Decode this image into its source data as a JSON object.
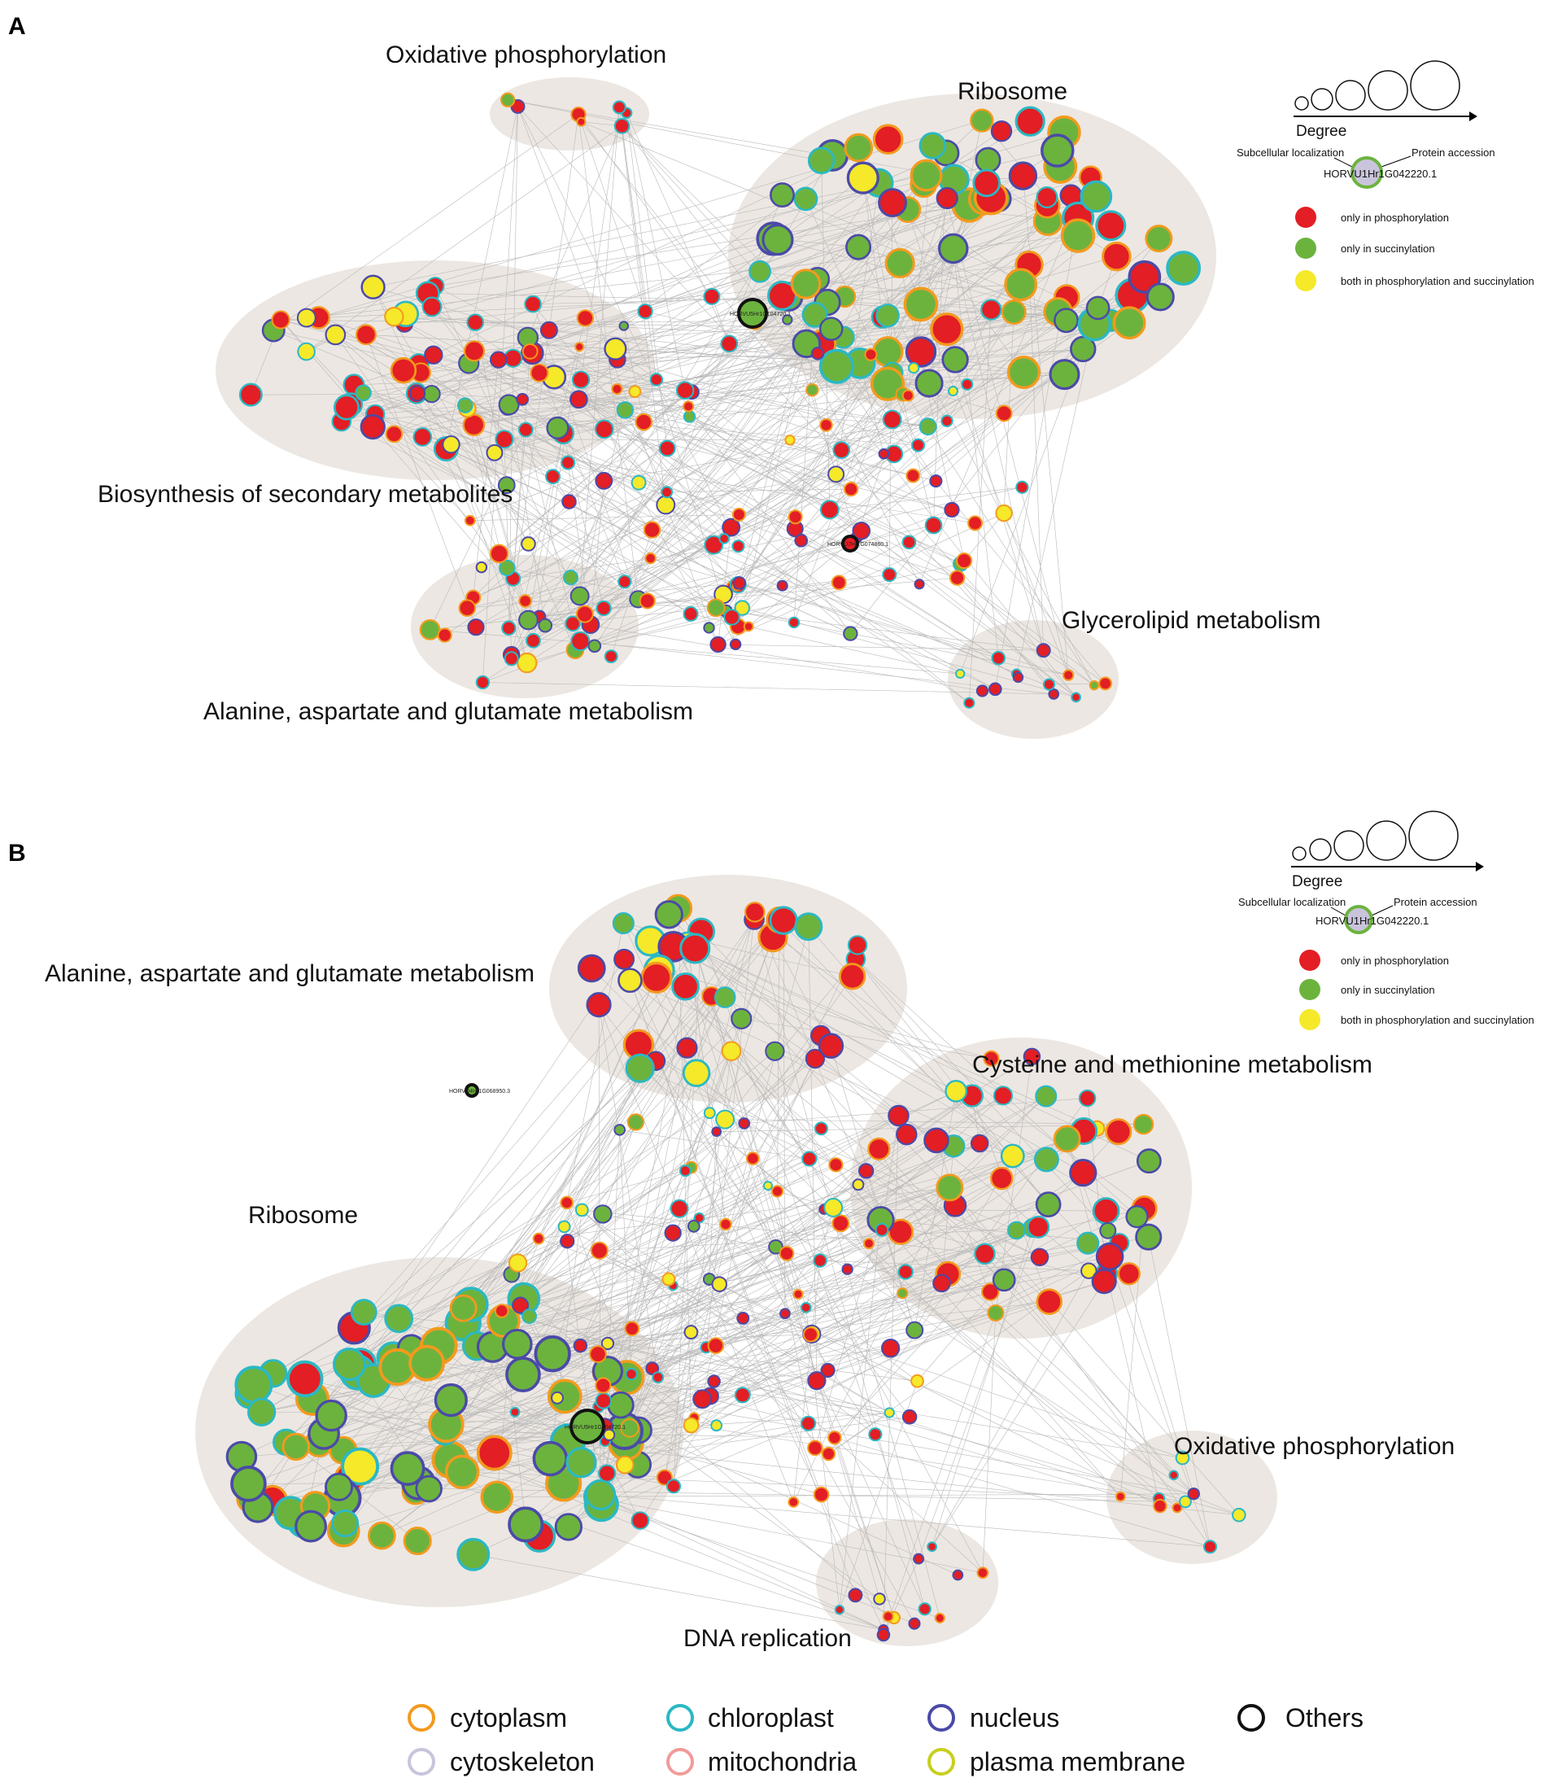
{
  "panels": [
    {
      "letter": "A",
      "clusters": [
        {
          "label": "Oxidative phosphorylation"
        },
        {
          "label": "Ribosome"
        },
        {
          "label": "Biosynthesis of secondary metabolites"
        },
        {
          "label": "Glycerolipid metabolism"
        },
        {
          "label": "Alanine, aspartate and glutamate metabolism"
        }
      ],
      "legend": {
        "degree": "Degree",
        "subcellular_localization": "Subcellular localization",
        "protein_accession": "Protein accession",
        "example_accession": "HORVU1Hr1G042220.1",
        "items": [
          {
            "label": "only in phosphorylation",
            "color": "#e31e24"
          },
          {
            "label": "only in succinylation",
            "color": "#6cb33e"
          },
          {
            "label": "both in phosphorylation and succinylation",
            "color": "#f5e92a"
          }
        ]
      },
      "highlighted_nodes": [
        "HORVU5Hr1G104720.1",
        "HORVU7Hr1G074860.1"
      ]
    },
    {
      "letter": "B",
      "clusters": [
        {
          "label": "Alanine, aspartate and glutamate metabolism"
        },
        {
          "label": "Cysteine and methionine metabolism"
        },
        {
          "label": "Ribosome"
        },
        {
          "label": "Oxidative phosphorylation"
        },
        {
          "label": "DNA replication"
        }
      ],
      "legend": {
        "degree": "Degree",
        "subcellular_localization": "Subcellular localization",
        "protein_accession": "Protein accession",
        "example_accession": "HORVU1Hr1G042220.1",
        "items": [
          {
            "label": "only in phosphorylation",
            "color": "#e31e24"
          },
          {
            "label": "only in succinylation",
            "color": "#6cb33e"
          },
          {
            "label": "both in phosphorylation and succinylation",
            "color": "#f5e92a"
          }
        ]
      },
      "highlighted_nodes": [
        "HORVU5Hr1G104720.1",
        "HORVU4Hr1G068950.3"
      ]
    }
  ],
  "localization_legend": [
    {
      "label": "cytoplasm",
      "color": "#f39a1e"
    },
    {
      "label": "chloroplast",
      "color": "#2bb8c4"
    },
    {
      "label": "nucleus",
      "color": "#4b4aa8"
    },
    {
      "label": "Others",
      "color": "#111111"
    },
    {
      "label": "cytoskeleton",
      "color": "#c9c4dc"
    },
    {
      "label": "mitochondria",
      "color": "#f29a9a"
    },
    {
      "label": "plasma membrane",
      "color": "#c8cf1e"
    }
  ],
  "colors": {
    "cluster_bg": "#ece7e2",
    "edge": "#b9b9b9",
    "fill_phos": "#e31e24",
    "fill_succ": "#6cb33e",
    "fill_both": "#f5e92a"
  }
}
